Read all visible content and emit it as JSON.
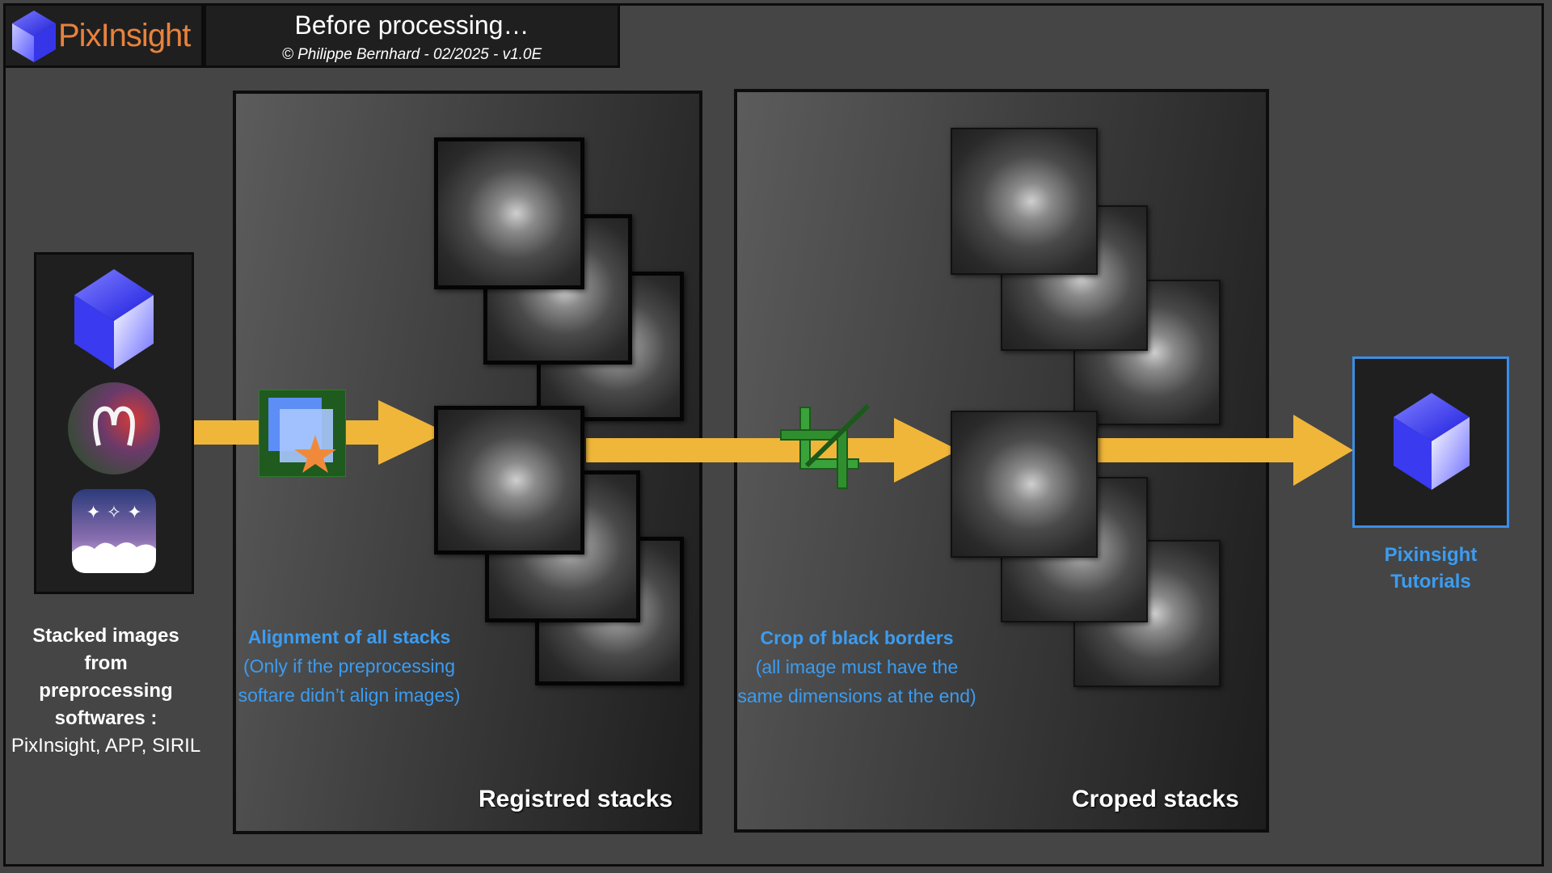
{
  "header": {
    "logo_text": "PixInsight",
    "title": "Before processing…",
    "subtitle": "© Philippe Bernhard - 02/2025 - v1.0E"
  },
  "source": {
    "caption_bold": "Stacked images from preprocessing softwares :",
    "caption_line1": "Stacked images",
    "caption_line2": "from",
    "caption_line3": "preprocessing",
    "caption_line4": "softwares :",
    "caption_plain": "PixInsight, APP, SIRIL",
    "icons": [
      "pixinsight-cube-icon",
      "app-aries-icon",
      "siril-icon"
    ]
  },
  "registration": {
    "caption_title": "Alignment of all stacks",
    "caption_line1": "(Only if the preprocessing",
    "caption_line2": "softare didn’t align images)",
    "panel_label": "Registred stacks",
    "icon": "star-alignment-icon"
  },
  "crop": {
    "caption_title": "Crop of black borders",
    "caption_line1": "(all image must have the",
    "caption_line2": "same dimensions at the end)",
    "panel_label": "Croped stacks",
    "icon": "crop-icon"
  },
  "output": {
    "caption_line1": "Pixinsight",
    "caption_line2": "Tutorials",
    "icon": "pixinsight-cube-icon"
  },
  "colors": {
    "arrow": "#f0b63a",
    "caption_blue": "#3c9cf0",
    "logo_orange": "#e8823c",
    "output_border": "#3b8ee6"
  }
}
